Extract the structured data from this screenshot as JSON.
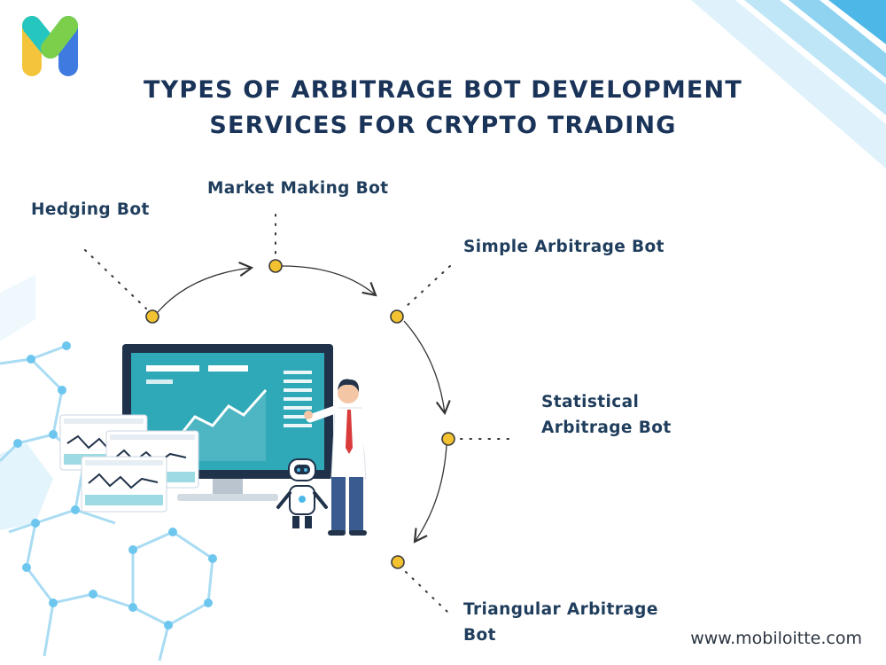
{
  "logo": {
    "letter": "M",
    "colors": [
      "#25c6c0",
      "#7ccf4a",
      "#f4c53a",
      "#3f7ae0"
    ]
  },
  "title": {
    "line1": "TYPES OF ARBITRAGE BOT DEVELOPMENT",
    "line2": "SERVICES FOR CRYPTO TRADING"
  },
  "bot_types": {
    "hedging": "Hedging Bot",
    "market_making": "Market Making Bot",
    "simple": "Simple Arbitrage Bot",
    "statistical_line1": "Statistical",
    "statistical_line2": "Arbitrage Bot",
    "triangular_line1": "Triangular Arbitrage",
    "triangular_line2": "Bot"
  },
  "website": "www.mobiloitte.com",
  "colors": {
    "title": "#1a3358",
    "label": "#1f3d5c",
    "node": "#f2c230",
    "accent_blue": "#4db8e8",
    "monitor_screen": "#2fa8b8"
  }
}
